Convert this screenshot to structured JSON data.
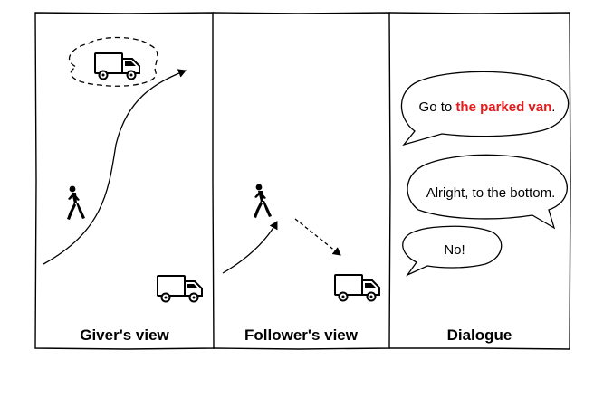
{
  "panels": {
    "giver": {
      "caption": "Giver's view"
    },
    "follower": {
      "caption": "Follower's view"
    },
    "dialogue": {
      "caption": "Dialogue"
    }
  },
  "dialogue": {
    "bubble1": {
      "prefix": "Go to ",
      "highlight": "the parked van",
      "suffix": "."
    },
    "bubble2": {
      "text": "Alright, to the bottom."
    },
    "bubble3": {
      "text": "No!"
    }
  },
  "colors": {
    "highlight": "#e8191b",
    "ink": "#000000"
  },
  "icons": [
    "pedestrian-icon",
    "van-icon",
    "arrow-icon"
  ]
}
